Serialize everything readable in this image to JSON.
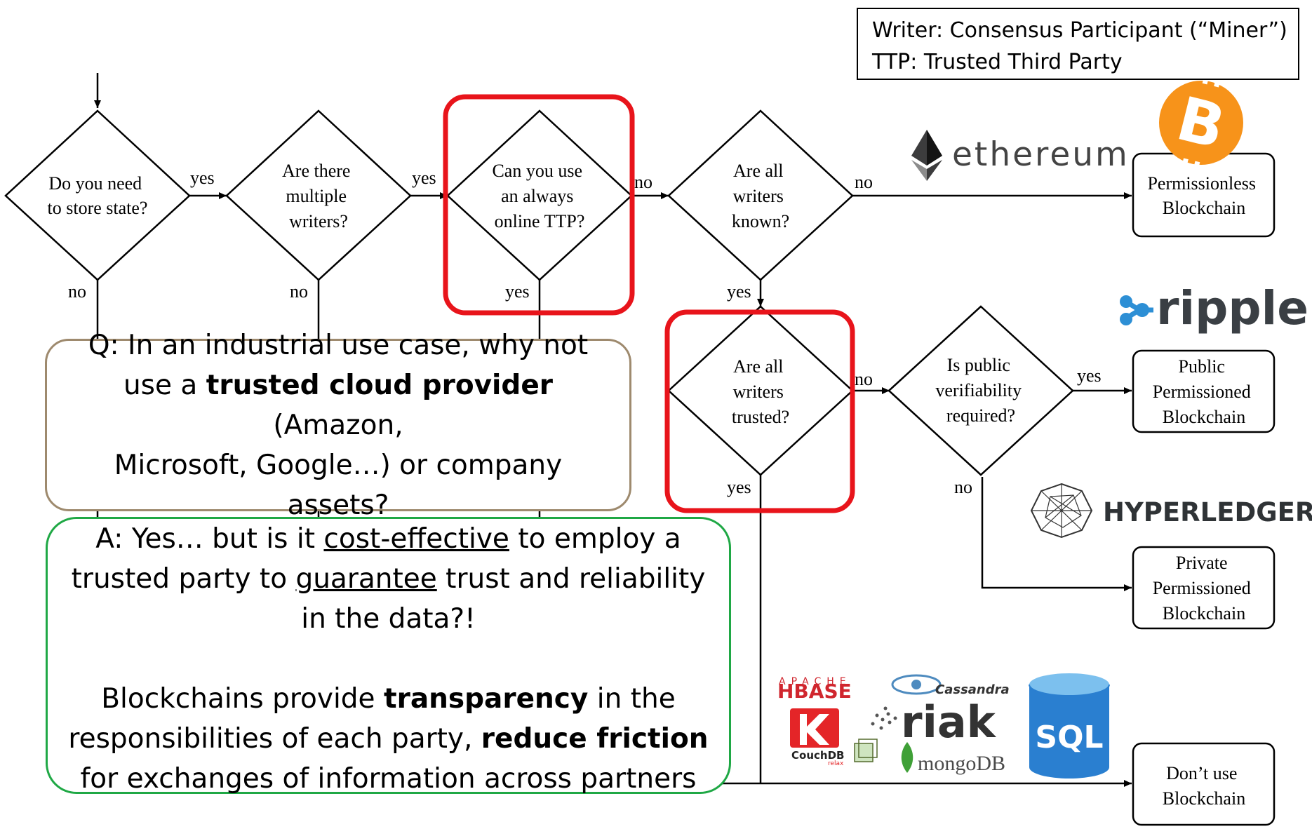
{
  "legend": {
    "writer": "Writer: Consensus Participant (“Miner”)",
    "ttp": "TTP: Trusted Third Party"
  },
  "nodes": {
    "state": [
      "Do you need",
      "to store state?"
    ],
    "multi": [
      "Are there",
      "multiple",
      "writers?"
    ],
    "ttp": [
      "Can you use",
      "an always",
      "online TTP?"
    ],
    "known": [
      "Are all",
      "writers",
      "known?"
    ],
    "trusted": [
      "Are all",
      "writers",
      "trusted?"
    ],
    "public": [
      "Is public",
      "verifiability",
      "required?"
    ]
  },
  "outcomes": {
    "permissionless": [
      "Permissionless",
      "Blockchain"
    ],
    "public_permissioned": [
      "Public",
      "Permissioned",
      "Blockchain"
    ],
    "private_permissioned": [
      "Private",
      "Permissioned",
      "Blockchain"
    ],
    "dont_use": [
      "Don’t use",
      "Blockchain"
    ]
  },
  "edges": {
    "yes": "yes",
    "no": "no"
  },
  "logos": {
    "bitcoin_symbol": "B",
    "ethereum": "ethereum",
    "ripple": "ripple",
    "hyperledger": "HYPERLEDGER",
    "hbase_top": "APACHE",
    "hbase": "HBASE",
    "cassandra": "Cassandra",
    "riak": "riak",
    "couchdb": "CouchDB",
    "couchdb_relax": "relax",
    "mongodb": "mongoDB",
    "sql": "SQL"
  },
  "colors": {
    "highlight": "#e8141b",
    "question_border": "#9e8a6e",
    "answer_border": "#1fa845",
    "bitcoin": "#f7931a",
    "ripple": "#2d8fd5",
    "sql": "#2a7fd0"
  },
  "question": {
    "line1a": "Q: In an industrial use case, why not",
    "line2a": "use a ",
    "line2b": "trusted cloud provider",
    "line2c": " (Amazon,",
    "line3": "Microsoft, Google…) or company",
    "line4": "assets?"
  },
  "answer": {
    "p1a": "A: Yes… but is it ",
    "p1b": "cost-effective",
    "p1c": " to employ a",
    "p2a": "trusted party to ",
    "p2b": "guarantee",
    "p2c": " trust and reliability",
    "p3": "in the data?!",
    "p4a": "Blockchains provide ",
    "p4b": "transparency",
    "p4c": " in the",
    "p5a": "responsibilities of each party, ",
    "p5b": "reduce friction",
    "p6": "for exchanges of information across partners"
  }
}
